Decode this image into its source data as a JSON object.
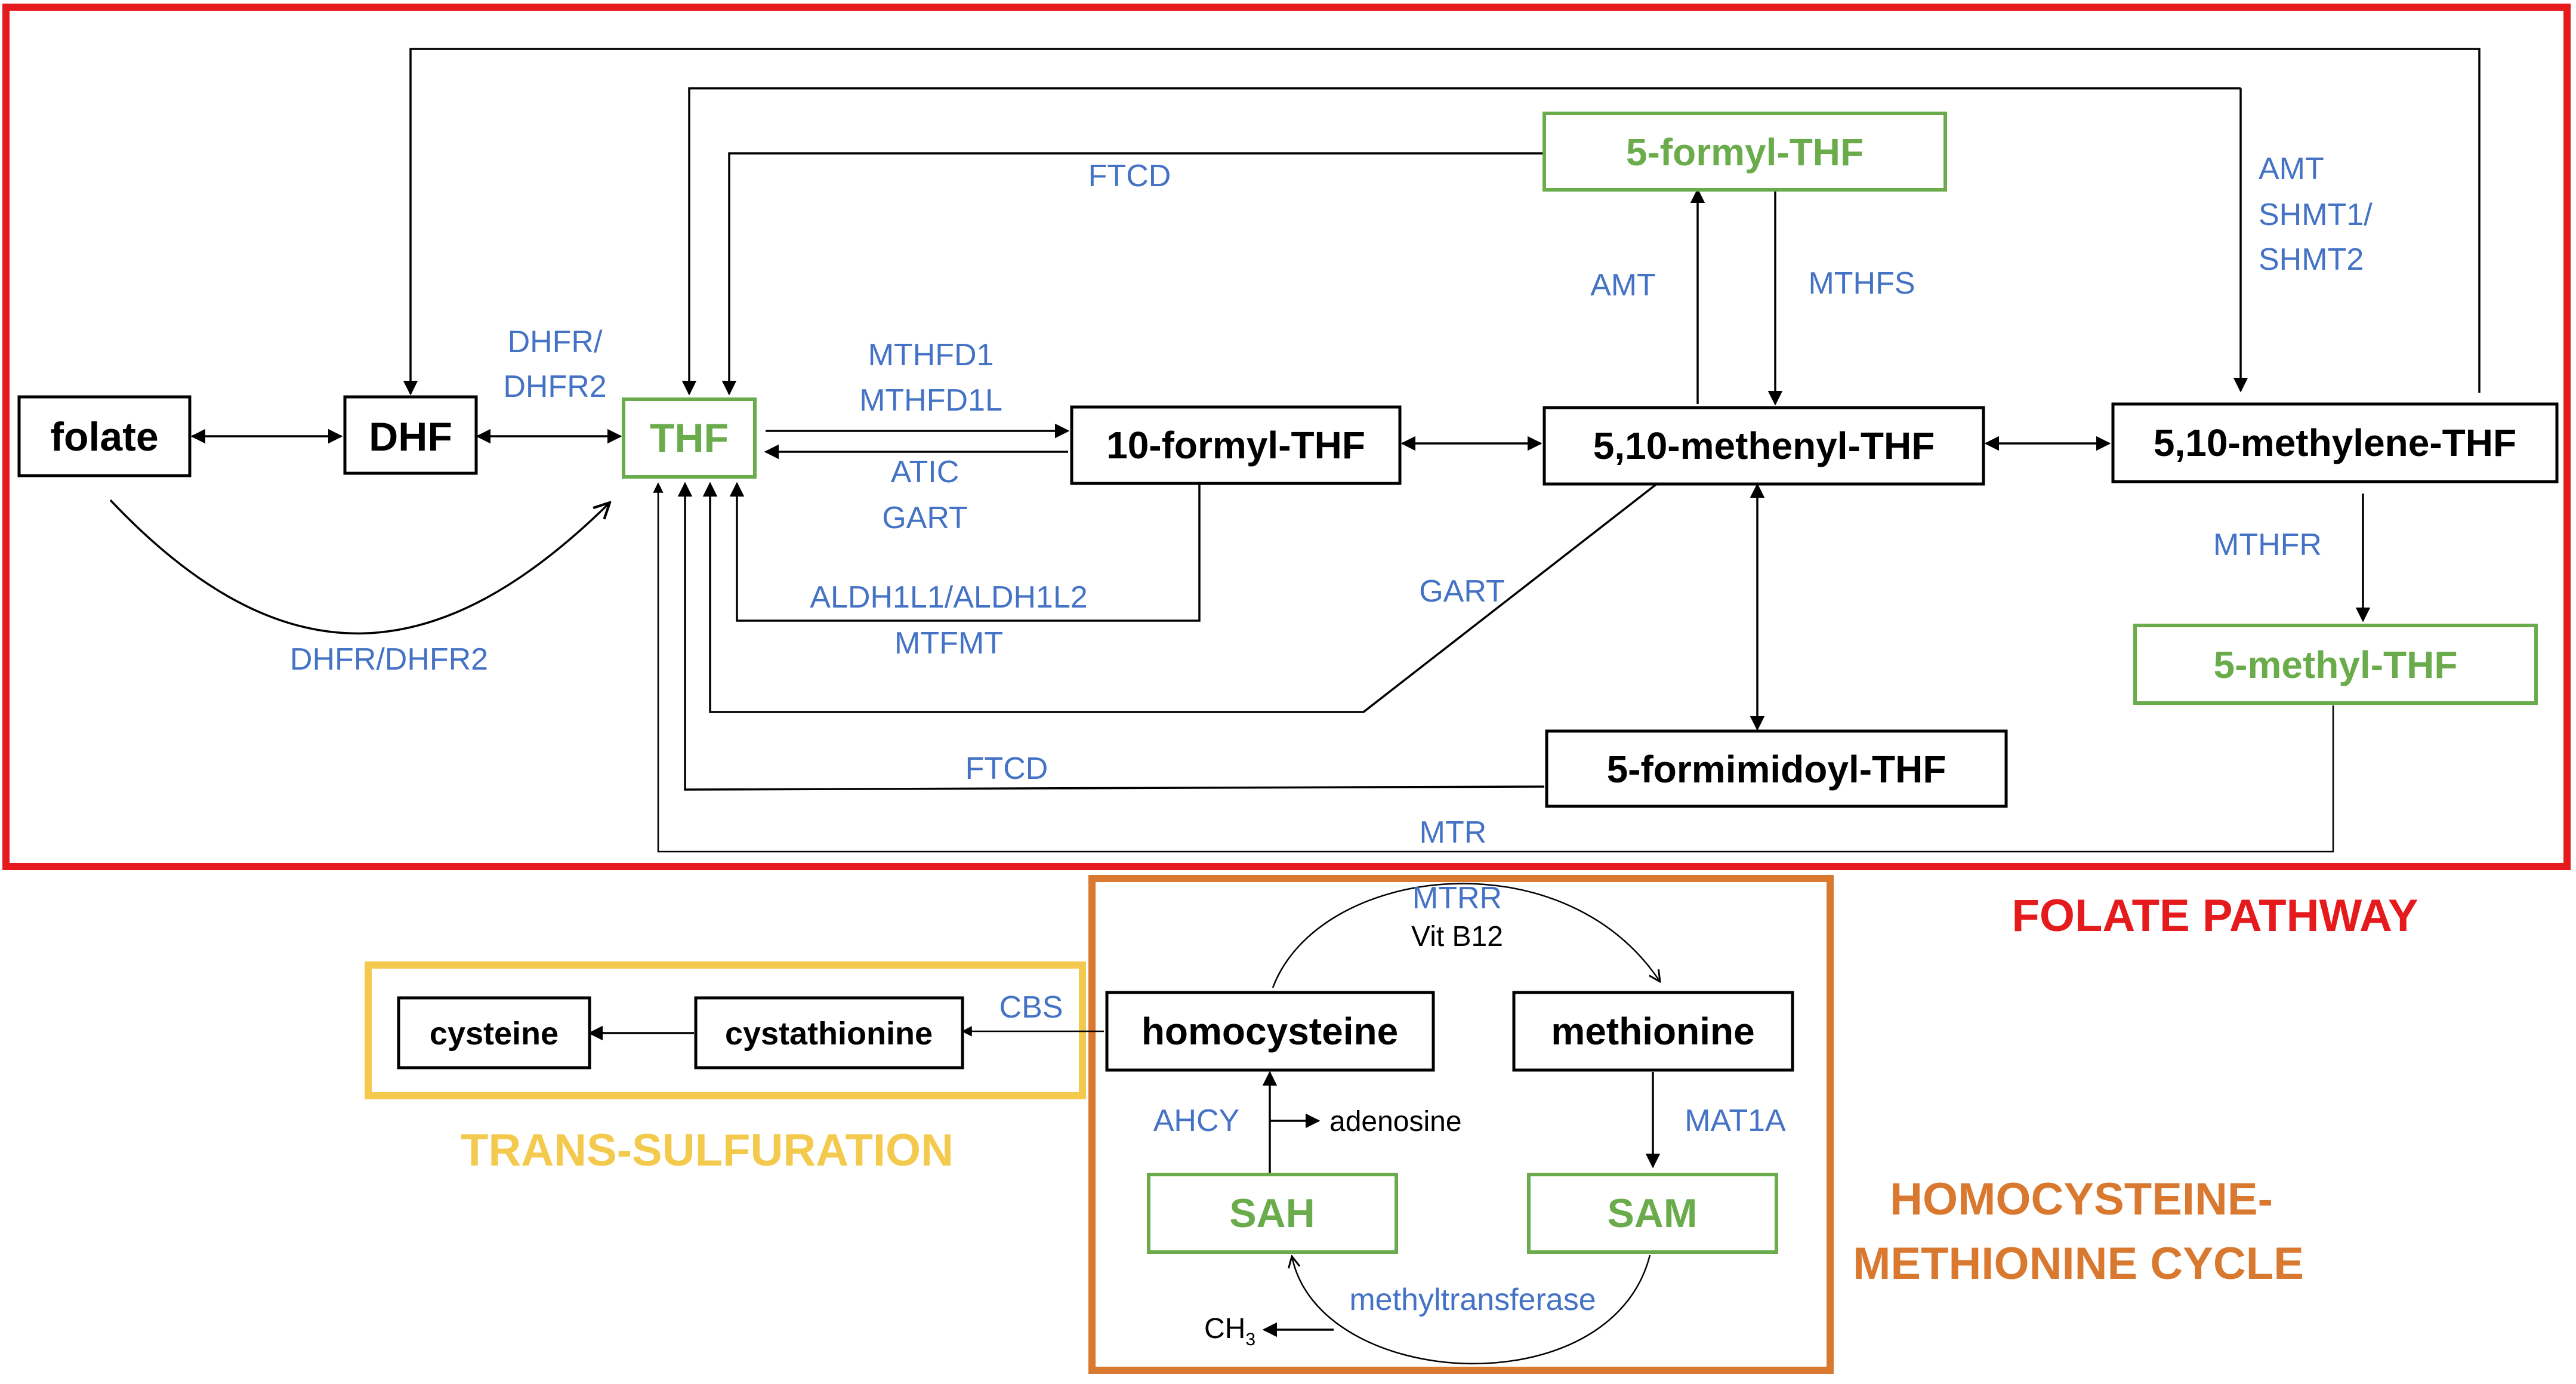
{
  "regions": {
    "folate": "FOLATE PATHWAY",
    "transsulfuration": "TRANS-SULFURATION",
    "homocysteine_line1": "HOMOCYSTEINE-",
    "homocysteine_line2": "METHIONINE CYCLE"
  },
  "nodes": {
    "folate": "folate",
    "dhf": "DHF",
    "thf": "THF",
    "formyl10": "10-formyl-THF",
    "methenyl": "5,10-methenyl-THF",
    "methylene": "5,10-methylene-THF",
    "formyl5": "5-formyl-THF",
    "methyl5": "5-methyl-THF",
    "formimidoyl": "5-formimidoyl-THF",
    "homocysteine": "homocysteine",
    "methionine": "methionine",
    "sah": "SAH",
    "sam": "SAM",
    "cysteine": "cysteine",
    "cystathionine": "cystathionine"
  },
  "enzymes": {
    "dhfr_a": "DHFR/",
    "dhfr_b": "DHFR2",
    "dhfr_loop": "DHFR/DHFR2",
    "mthfd1": "MTHFD1",
    "mthfd1l": "MTHFD1L",
    "atic": "ATIC",
    "gart_top": "GART",
    "aldh": "ALDH1L1/ALDH1L2",
    "mtfmt": "MTFMT",
    "ftcd_top": "FTCD",
    "ftcd_bottom": "FTCD",
    "amt_mid": "AMT",
    "mthfs": "MTHFS",
    "amt_right": "AMT",
    "shmt1": "SHMT1/",
    "shmt2": "SHMT2",
    "gart_diag": "GART",
    "mthfr": "MTHFR",
    "mtr": "MTR",
    "mtrr": "MTRR",
    "cbs": "CBS",
    "ahcy": "AHCY",
    "mat1a": "MAT1A",
    "methyltransferase": "methyltransferase"
  },
  "cofactors": {
    "vitb12": "Vit B12",
    "adenosine": "adenosine",
    "ch3": "CH",
    "ch3_sub": "3"
  },
  "colors": {
    "folate_region": "#e41a1c",
    "homocysteine_region": "#d9782f",
    "transsulfuration_region": "#f3c94e",
    "enzyme_text": "#4472c4",
    "green_node": "#6aac4b"
  }
}
